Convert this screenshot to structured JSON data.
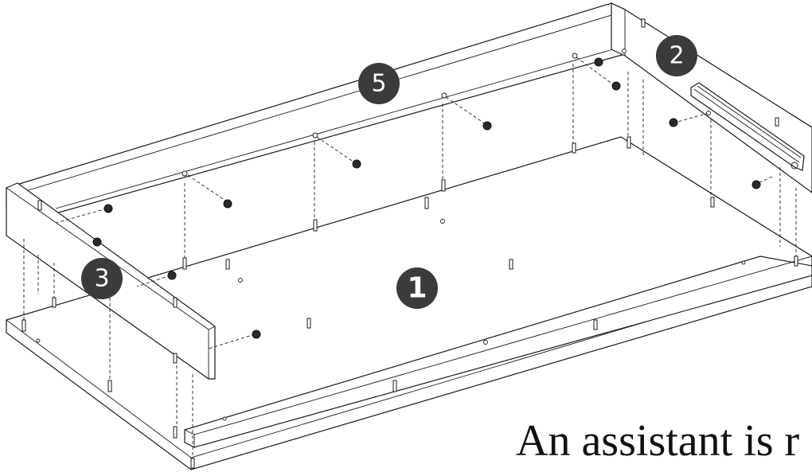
{
  "badges": {
    "part1": "1",
    "part2": "2",
    "part3": "3",
    "part5": "5"
  },
  "caption": "An assistant is r"
}
